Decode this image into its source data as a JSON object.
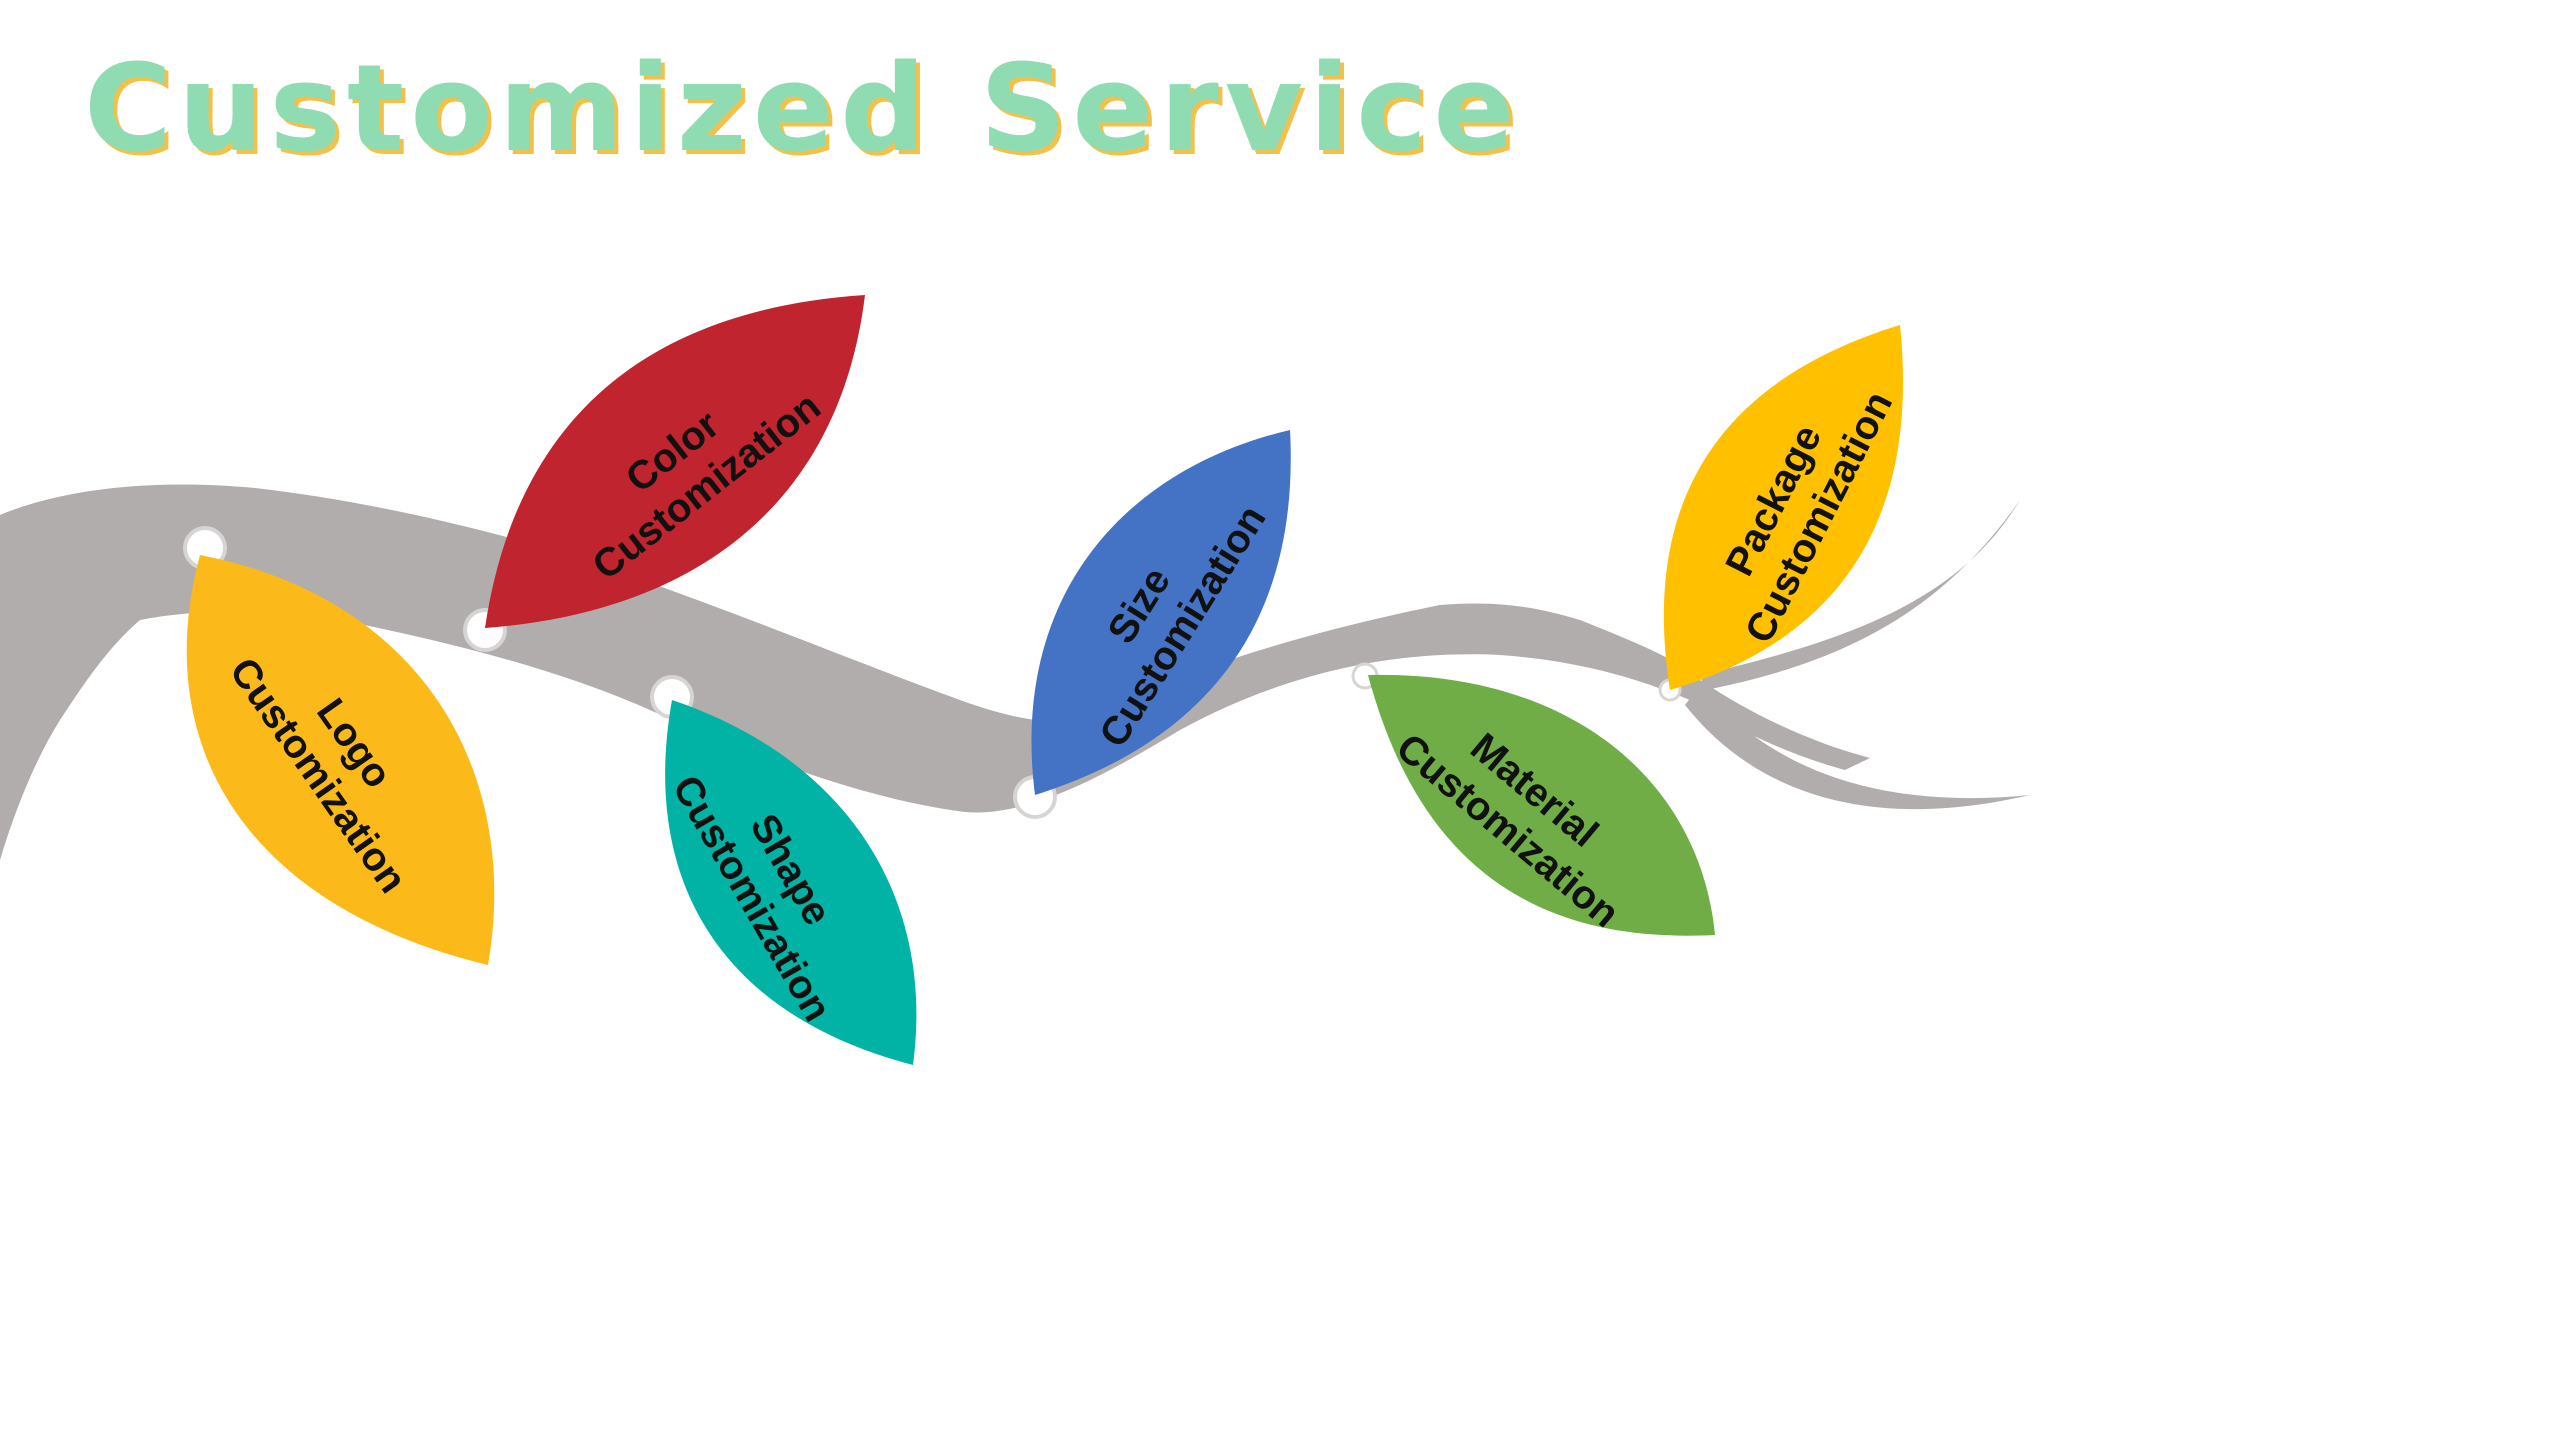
{
  "title": "Customized Service",
  "colors": {
    "title": "#8fdcb2",
    "title_shadow": "#f2c14c",
    "branch": "#b0adac",
    "text": "#111111"
  },
  "leaves": [
    {
      "label_line1": "Logo",
      "label_line2": "Customization",
      "color": "#fbb91a"
    },
    {
      "label_line1": "Color",
      "label_line2": "Customization",
      "color": "#c0242f"
    },
    {
      "label_line1": "Shape",
      "label_line2": "Customization",
      "color": "#00b3a4"
    },
    {
      "label_line1": "Size",
      "label_line2": "Customization",
      "color": "#4472c4"
    },
    {
      "label_line1": "Material",
      "label_line2": "Customization",
      "color": "#70ad47"
    },
    {
      "label_line1": "Package",
      "label_line2": "Customization",
      "color": "#ffc000"
    }
  ]
}
